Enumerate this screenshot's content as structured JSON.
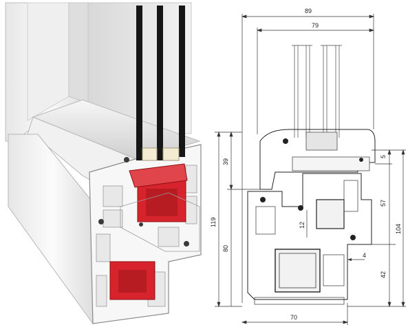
{
  "drawing": {
    "dimensions": {
      "total_width": "89",
      "glass_width": "79",
      "frame_width": "70",
      "total_height": "119",
      "sash_height": "39",
      "frame_height": "80",
      "right_small": "5",
      "right_upper": "57",
      "right_total": "104",
      "right_lower": "42",
      "gap": "12",
      "step": "4"
    }
  },
  "colors": {
    "pvc": "#f3f3f3",
    "pvc_shade": "#d4d4d4",
    "steel_red": "#d7242c",
    "glass": "#1a1a1a",
    "line": "#333333"
  }
}
